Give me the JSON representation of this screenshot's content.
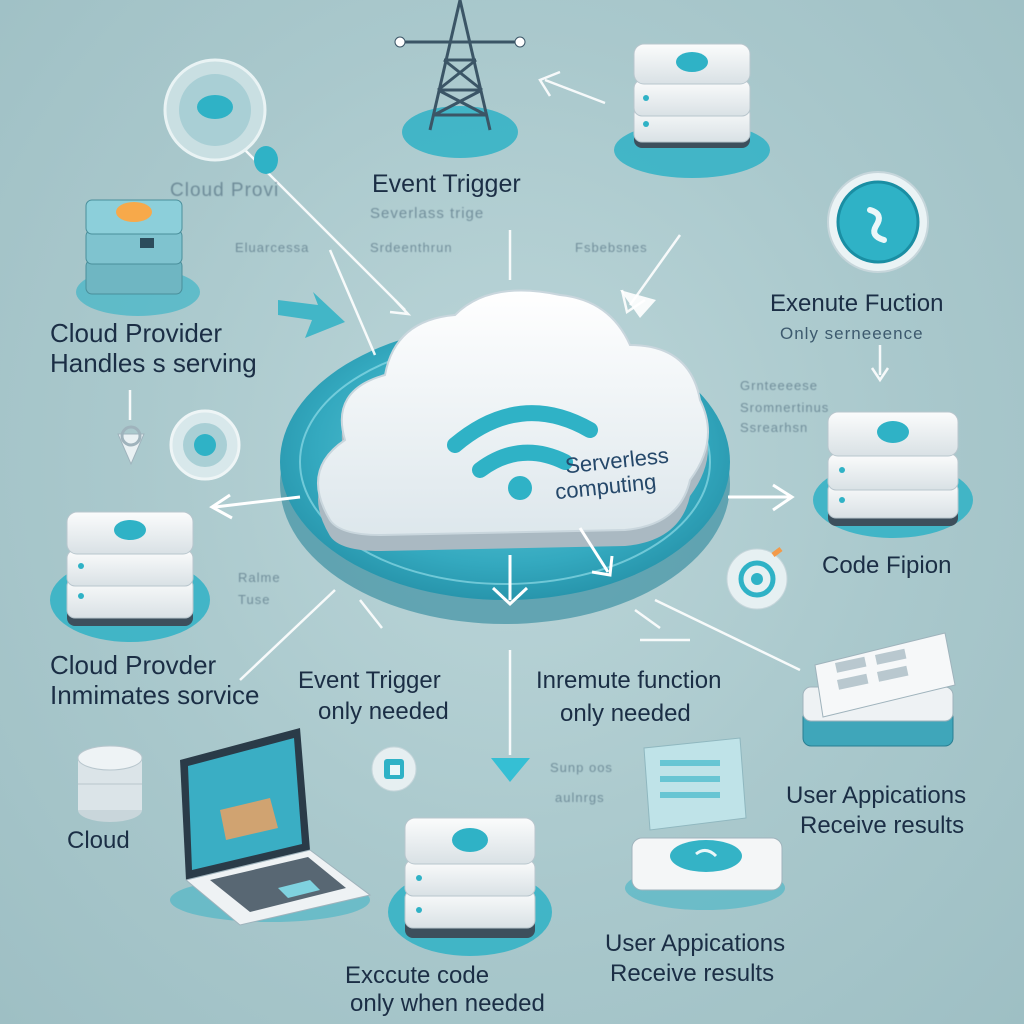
{
  "center": {
    "line1": "Serverless",
    "line2": "computing"
  },
  "labels": {
    "event_trigger_top": "Event Trigger",
    "cloud_provider_handles_1": "Cloud Provider",
    "cloud_provider_handles_2": "Handles s serving",
    "execute_function_1": "Exenute Fuction",
    "execute_function_2": "Only serneeence",
    "code_fipion": "Code Fipion",
    "cloud_provider_intimates_1": "Cloud Provder",
    "cloud_provider_intimates_2": "Inmimates sorvice",
    "event_trigger_mid_1": "Event Trigger",
    "event_trigger_mid_2": "only needed",
    "inmute_function_1": "Inremute function",
    "inmute_function_2": "only  needed",
    "user_apps_right_1": "User Appications",
    "user_apps_right_2": "Receive results",
    "cloud": "Cloud",
    "execute_code_1": "Exccute  code",
    "execute_code_2": "only when needed",
    "user_apps_bottom_1": "User Appications",
    "user_apps_bottom_2": "Receive results"
  },
  "faint_text": {
    "f1": "Cloud Provi",
    "f2": "Severlass trige",
    "f3": "Eluarcessa",
    "f4": "Srdeenthrun",
    "f5": "Fsbebsnes",
    "f6": "Grnteeeese",
    "f7": "Sromnertinus",
    "f8": "Ssrearhsn",
    "f9": "Ralme",
    "f10": "Tuse",
    "f11": "Sunp oos",
    "f12": "aulnrgs"
  },
  "colors": {
    "accent": "#2fb2c6",
    "accent_dark": "#1a8ea3",
    "platform": "#3aaec4",
    "server_white": "#f4f6f7",
    "text": "#1b2e45"
  },
  "icons": [
    "radio-tower-icon",
    "server-stack-icon",
    "cloud-icon",
    "wifi-icon",
    "laptop-icon",
    "cylinder-icon",
    "lock-icon",
    "globe-icon",
    "gauge-icon",
    "tablet-icon",
    "monitor-panel-icon"
  ]
}
